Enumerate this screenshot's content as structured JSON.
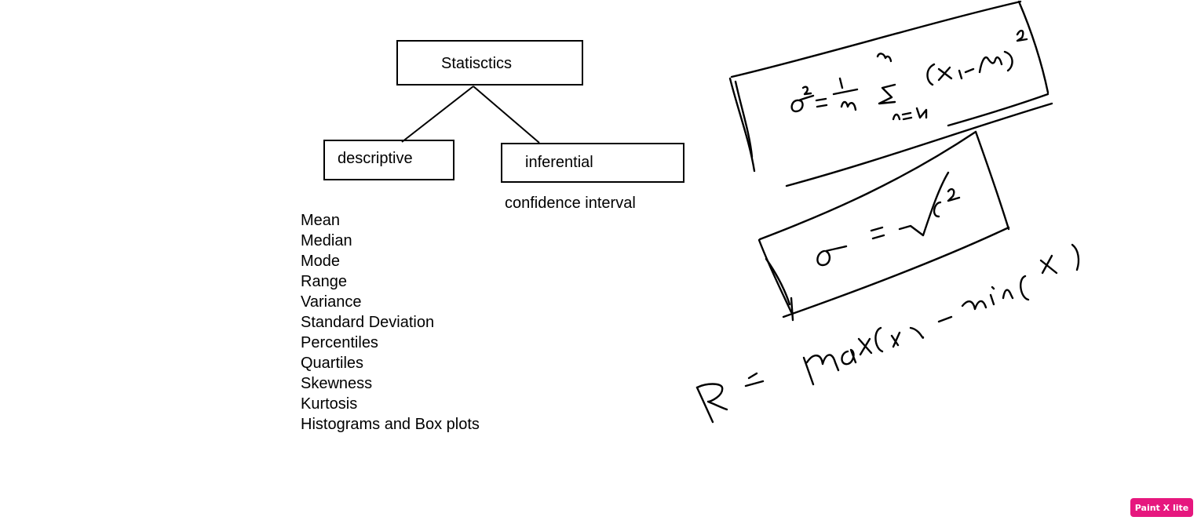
{
  "diagram": {
    "root": {
      "label": "Statisctics"
    },
    "children": [
      {
        "label": "descriptive",
        "items": [
          "Mean",
          "Median",
          "Mode",
          "Range",
          "Variance",
          "Standard Deviation",
          "Percentiles",
          "Quartiles",
          "Skewness",
          "Kurtosis",
          "Histograms and Box plots"
        ]
      },
      {
        "label": "inferential",
        "items": [
          "confidence interval"
        ]
      }
    ]
  },
  "handwritten_formulas": [
    "σ² = 1/n Σ_{n=1}^{n} (xᵢ − μ)²",
    "σ = √σ²",
    "R = max(x) − min(x)"
  ],
  "watermark": {
    "label": "Paint X lite",
    "color": "#e6177e"
  }
}
